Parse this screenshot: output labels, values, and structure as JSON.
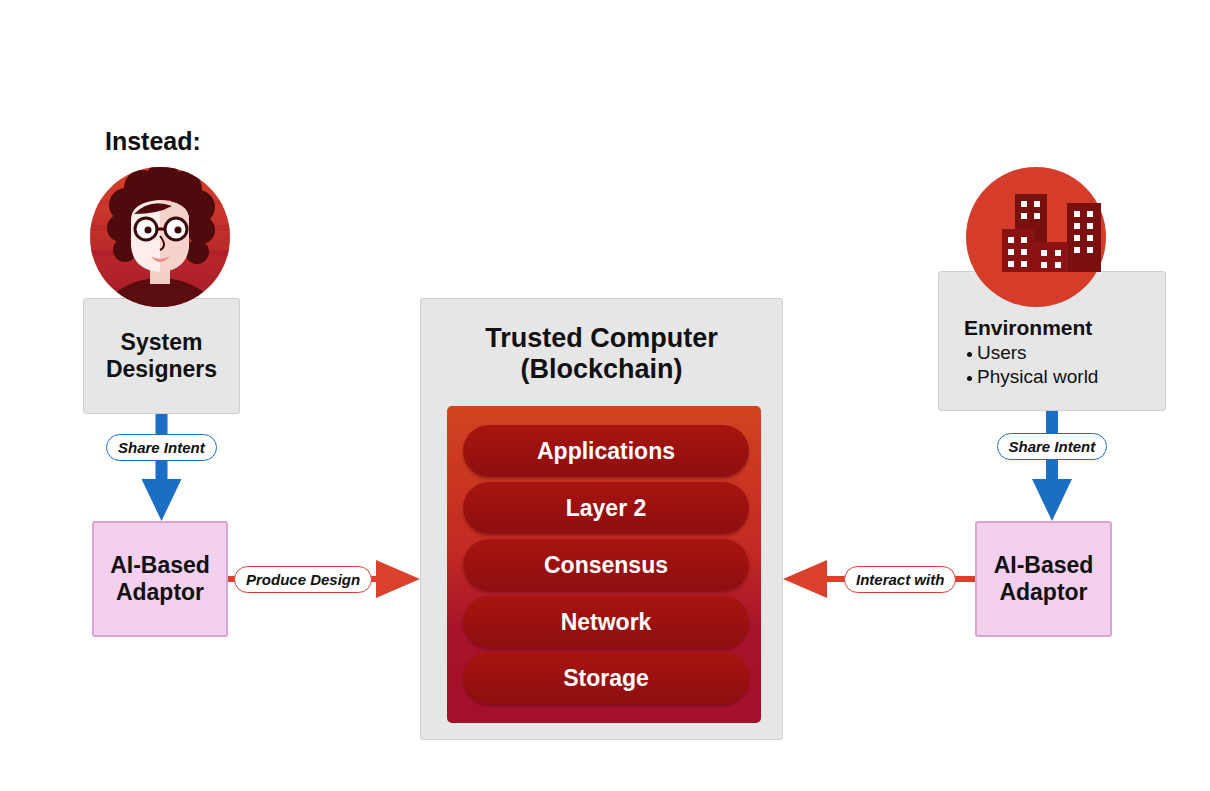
{
  "diagram": {
    "title": "Instead:",
    "nodes": [
      {
        "text": [
          "System Designers"
        ]
      },
      {
        "text": [
          "AI-Based Adaptor"
        ]
      },
      {
        "text": [
          "Trusted Computer (Blockchain)"
        ]
      },
      {
        "text": [
          "Applications"
        ],
        "in": 2
      },
      {
        "text": [
          "Layer 2"
        ],
        "in": 2
      },
      {
        "text": [
          "Consensus"
        ],
        "in": 2
      },
      {
        "text": [
          "Network"
        ],
        "in": 2
      },
      {
        "text": [
          "Storage"
        ],
        "in": 2
      },
      {
        "text": [
          "Environment",
          "Users",
          "Physical world"
        ]
      },
      {
        "text": [
          "AI-Based Adaptor"
        ]
      }
    ],
    "edges": [
      {
        "from": 0,
        "to": 1,
        "arrow": "to",
        "label": "Share Intent"
      },
      {
        "from": 1,
        "to": 2,
        "arrow": "to",
        "label": "Produce Design"
      },
      {
        "from": 8,
        "to": 9,
        "arrow": "to",
        "label": "Share Intent"
      },
      {
        "from": 9,
        "to": 2,
        "arrow": "to",
        "label": "Interact with"
      }
    ]
  }
}
